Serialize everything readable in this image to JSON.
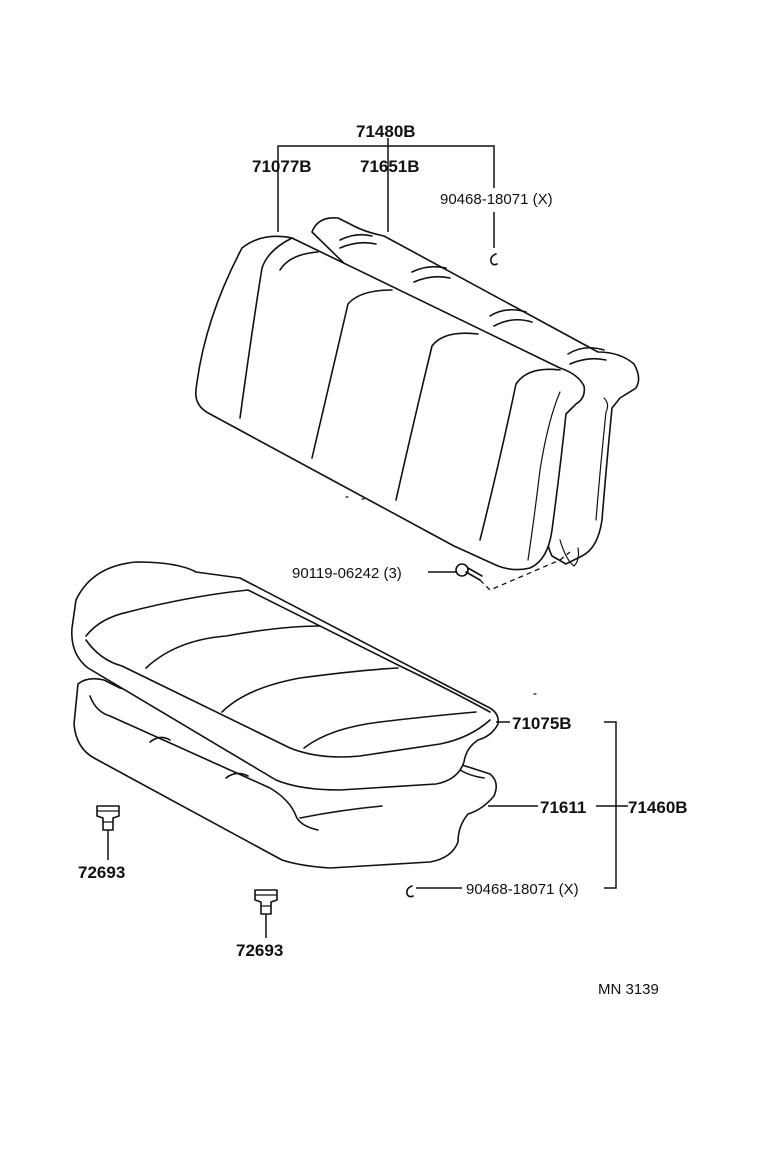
{
  "labels": {
    "backrest_assy": "71480B",
    "backrest_cover": "71077B",
    "backrest_pad": "71651B",
    "back_hog_ring": "90468-18071 (X)",
    "bolt": "90119-06242 (3)",
    "cushion_cover": "71075B",
    "cushion_pad": "71611",
    "cushion_assy": "71460B",
    "cushion_hog_ring": "90468-18071 (X)",
    "clip_left": "72693",
    "clip_right": "72693",
    "diagram_code": "MN 3139"
  },
  "colors": {
    "ink": "#111111",
    "paper": "#ffffff"
  }
}
